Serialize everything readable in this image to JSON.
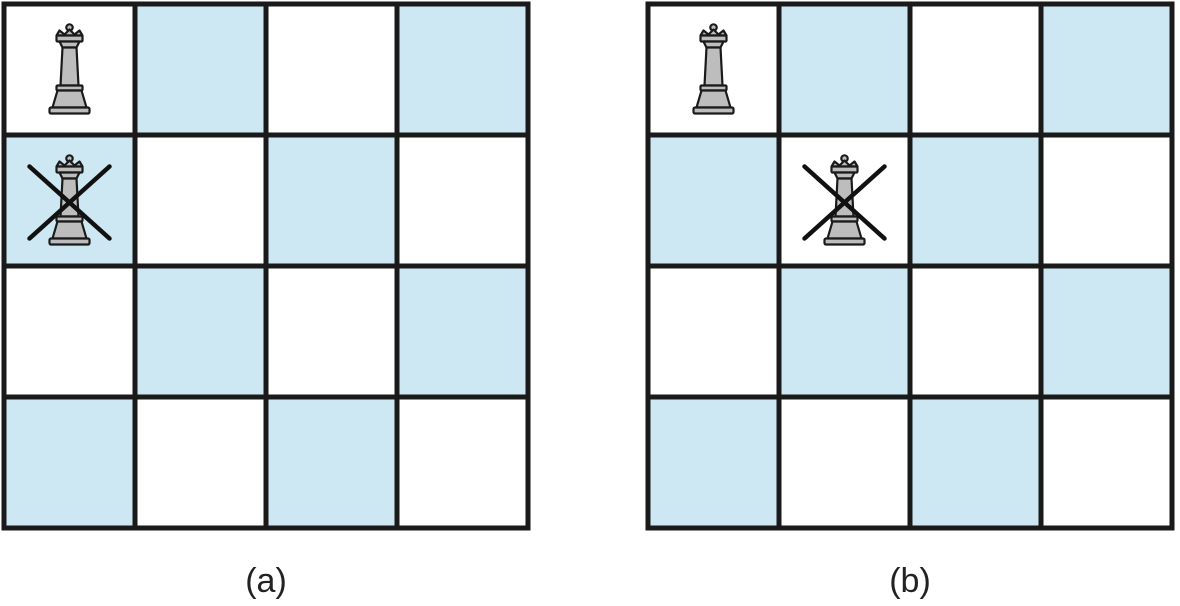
{
  "colors": {
    "light_square": "#ffffff",
    "shaded_square": "#cde8f2",
    "grid_line": "#1a1a1a",
    "queen_fill": "#bdbdbd",
    "queen_stroke": "#1a1a1a",
    "cross": "#111111"
  },
  "boards": [
    {
      "caption": "(a)",
      "rows": 4,
      "cols": 4,
      "shading": "odd",
      "pieces": [
        {
          "type": "queen",
          "row": 0,
          "col": 0,
          "crossed": false
        },
        {
          "type": "queen",
          "row": 1,
          "col": 0,
          "crossed": true
        }
      ]
    },
    {
      "caption": "(b)",
      "rows": 4,
      "cols": 4,
      "shading": "odd",
      "pieces": [
        {
          "type": "queen",
          "row": 0,
          "col": 0,
          "crossed": false
        },
        {
          "type": "queen",
          "row": 1,
          "col": 1,
          "crossed": true
        }
      ]
    }
  ],
  "icons": {
    "queen": "chess-queen-icon",
    "cross": "cross-mark-icon"
  }
}
